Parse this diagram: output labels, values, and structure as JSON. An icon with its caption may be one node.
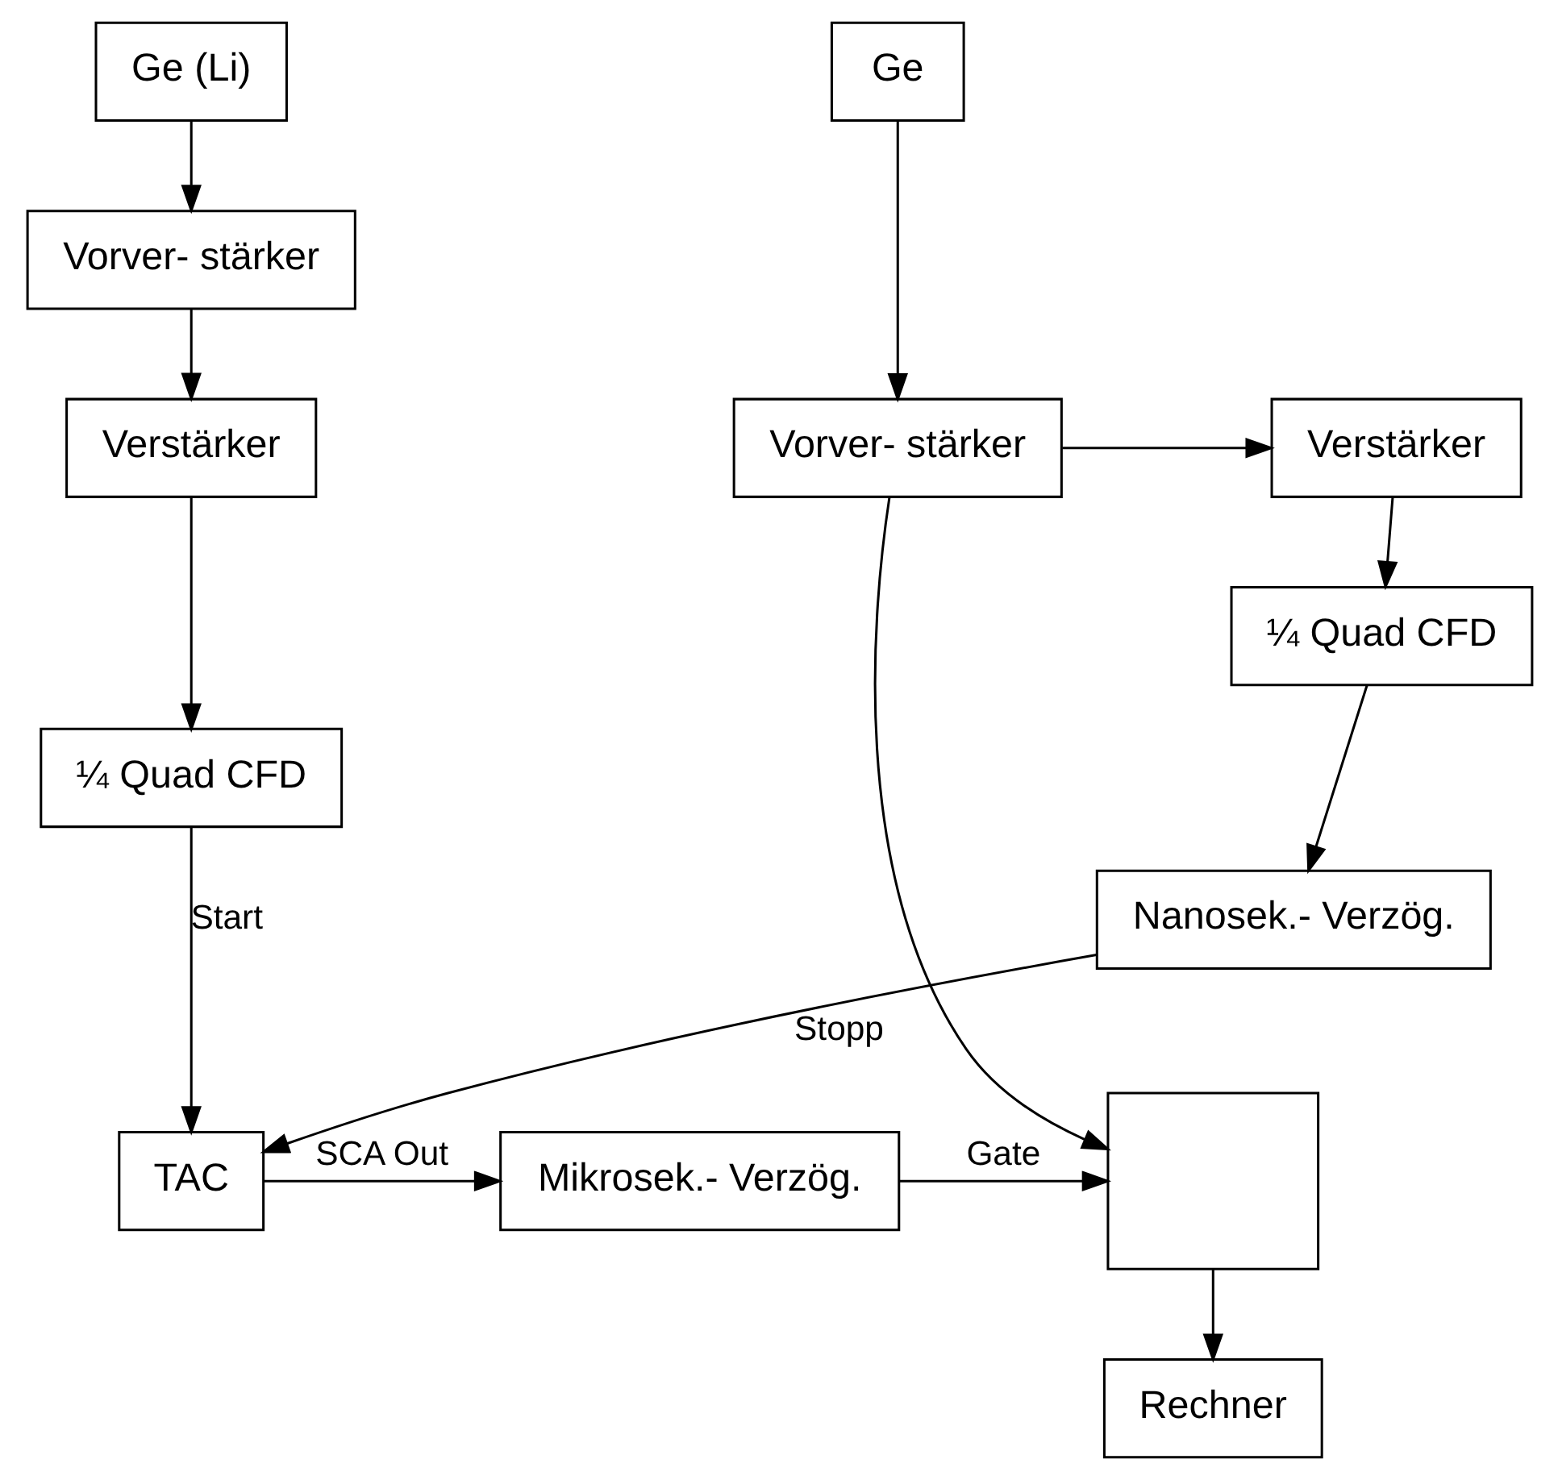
{
  "diagram": {
    "nodes": [
      {
        "text": [
          "Ge (Li)"
        ]
      },
      {
        "text": [
          "Ge"
        ]
      },
      {
        "text": [
          "Vorver- stärker"
        ]
      },
      {
        "text": [
          "Verstärker"
        ]
      },
      {
        "text": [
          "¼ Quad CFD"
        ]
      },
      {
        "text": [
          "Verstärker"
        ]
      },
      {
        "text": [
          "Vorver- stärker"
        ]
      },
      {
        "text": [
          "¼ Quad CFD"
        ]
      },
      {
        "text": [
          "Nanosek.- Verzög."
        ]
      },
      {
        "text": [
          "TAC"
        ]
      },
      {
        "text": [
          "Mikrosek.- Verzög."
        ]
      },
      {
        "text": [],
        "shape": "box"
      },
      {
        "text": [
          "Rechner"
        ]
      }
    ],
    "edges": [
      {
        "from": 0,
        "to": 2,
        "arrow": "to"
      },
      {
        "from": 2,
        "to": 3,
        "arrow": "to"
      },
      {
        "from": 3,
        "to": 4,
        "arrow": "to"
      },
      {
        "from": 4,
        "to": 9,
        "arrow": "to",
        "label": "Start"
      },
      {
        "from": 1,
        "to": 6,
        "arrow": "to"
      },
      {
        "from": 6,
        "to": 5,
        "arrow": "to"
      },
      {
        "from": 5,
        "to": 7,
        "arrow": "to"
      },
      {
        "from": 7,
        "to": 8,
        "arrow": "to"
      },
      {
        "from": 8,
        "to": 9,
        "arrow": "to",
        "label": "Stopp"
      },
      {
        "from": 9,
        "to": 10,
        "arrow": "to",
        "label": "SCA Out"
      },
      {
        "from": 10,
        "to": 11,
        "arrow": "to",
        "label": "Gate"
      },
      {
        "from": 6,
        "to": 11,
        "arrow": "to"
      },
      {
        "from": 11,
        "to": 12,
        "arrow": "to"
      }
    ]
  }
}
